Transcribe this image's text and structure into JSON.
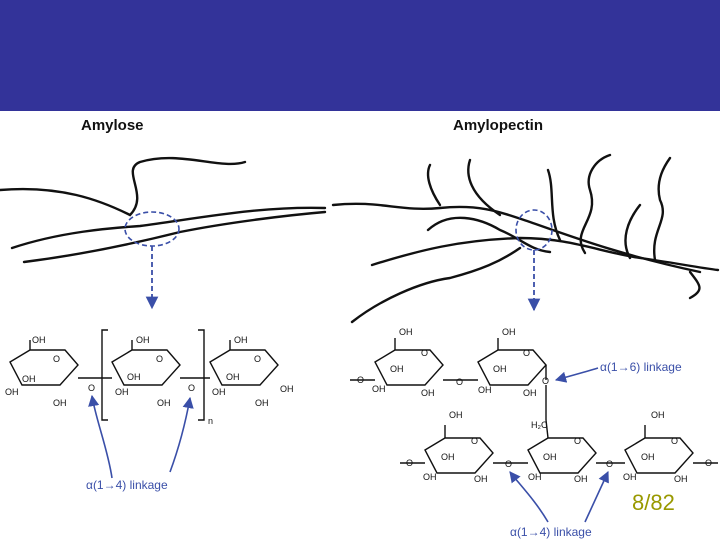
{
  "slide": {
    "header_color": "#333399",
    "page_number": "8/82",
    "page_number_color": "#999900"
  },
  "amylose": {
    "title": "Amylose",
    "linkage_label": "α(1→4) linkage",
    "repeat_subscript": "n"
  },
  "amylopectin": {
    "title": "Amylopectin",
    "linkage_14_label": "α(1→4) linkage",
    "linkage_16_label": "α(1→6) linkage",
    "branch_carbon_label": "H₂C"
  },
  "atom_labels": {
    "oh": "OH",
    "o": "O",
    "ring_o": "O"
  },
  "colors": {
    "chain": "#111111",
    "arrow": "#3a4fa8",
    "label_text": "#3a4fa8"
  }
}
